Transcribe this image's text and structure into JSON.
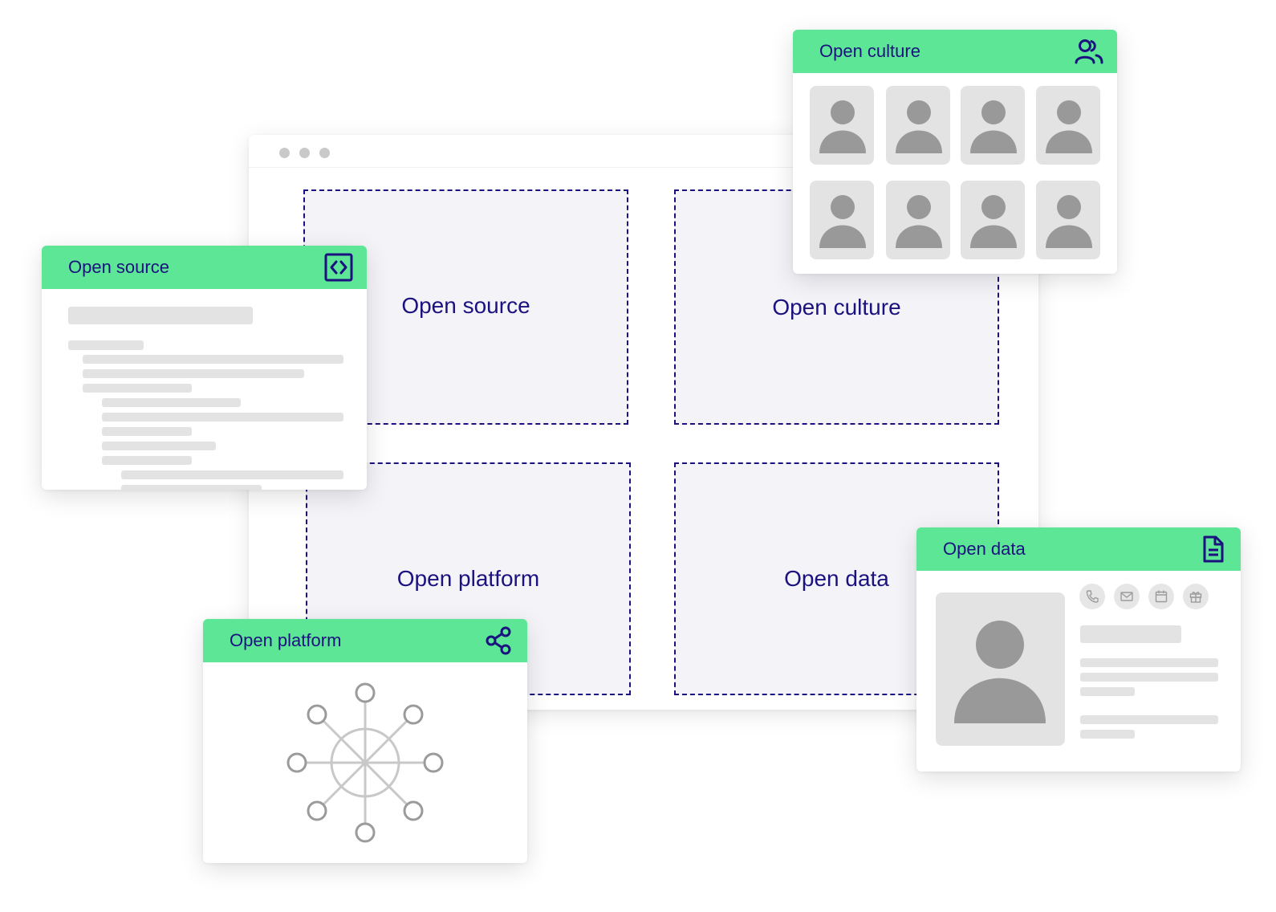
{
  "zones": {
    "source": "Open source",
    "culture": "Open culture",
    "platform": "Open platform",
    "data": "Open data"
  },
  "cards": {
    "source": {
      "title": "Open source",
      "icon": "code-icon"
    },
    "culture": {
      "title": "Open culture",
      "icon": "users-icon"
    },
    "platform": {
      "title": "Open platform",
      "icon": "share-icon"
    },
    "data": {
      "title": "Open data",
      "icon": "document-icon"
    }
  },
  "colors": {
    "accent_green": "#5ce695",
    "navy": "#1b1280",
    "placeholder_gray": "#e3e3e3",
    "avatar_gray": "#999999"
  },
  "contact_icons": [
    "phone-icon",
    "mail-icon",
    "calendar-icon",
    "gift-icon"
  ]
}
